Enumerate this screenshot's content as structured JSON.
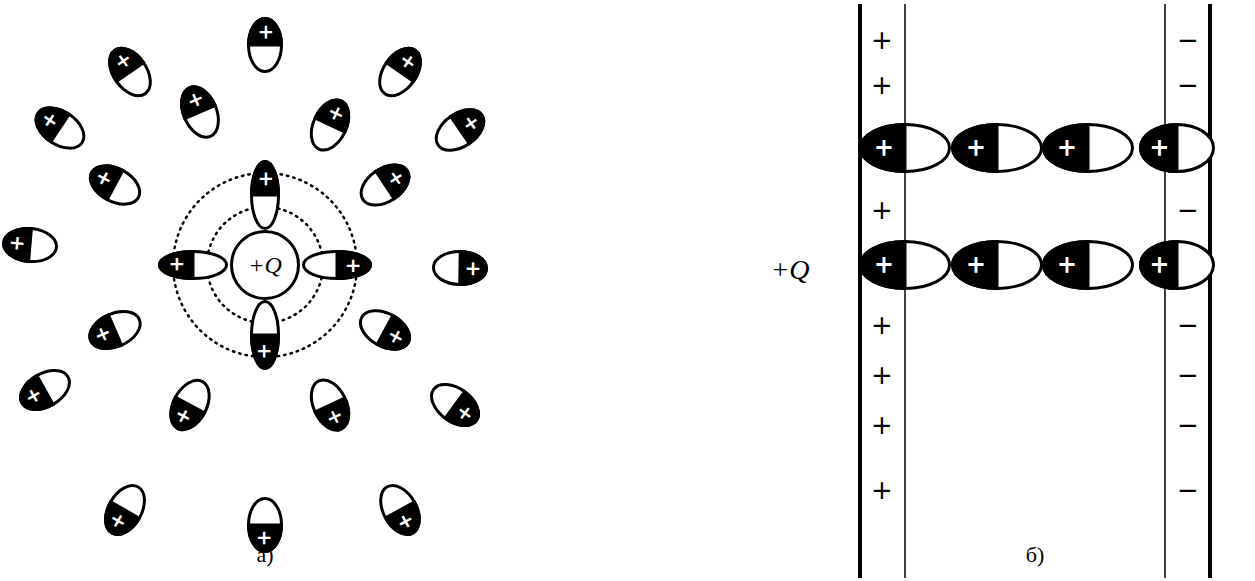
{
  "diagram": {
    "nodes": [
      {
        "text": [
          "+Q"
        ]
      },
      {
        "text": [
          "+"
        ]
      },
      {
        "text": [
          "+"
        ]
      },
      {
        "text": [
          "+"
        ]
      },
      {
        "text": [
          "+"
        ]
      },
      {
        "text": [
          "+"
        ]
      },
      {
        "text": [
          "+"
        ]
      },
      {
        "text": [
          "+"
        ]
      },
      {
        "text": [
          "+"
        ]
      },
      {
        "text": [
          "+"
        ]
      },
      {
        "text": [
          "+"
        ]
      },
      {
        "text": [
          "+"
        ]
      },
      {
        "text": [
          "+"
        ]
      },
      {
        "text": [
          "+"
        ]
      },
      {
        "text": [
          "+"
        ]
      },
      {
        "text": [
          "+"
        ]
      },
      {
        "text": [
          "+"
        ]
      },
      {
        "text": [
          "+"
        ]
      },
      {
        "text": [
          "+"
        ]
      },
      {
        "text": [
          "+"
        ]
      },
      {
        "text": [
          "+"
        ]
      },
      {
        "text": [
          "+"
        ]
      },
      {
        "text": [
          "+"
        ]
      },
      {
        "text": [
          "+"
        ]
      },
      {
        "text": [
          "+"
        ]
      },
      {
        "text": [
          "+"
        ]
      },
      {
        "text": [
          "+"
        ]
      },
      {
        "text": [
          "+"
        ]
      },
      {
        "text": [
          "+"
        ]
      },
      {
        "text": [
          "+"
        ]
      },
      {
        "text": [
          "+"
        ]
      },
      {
        "text": [
          "+"
        ]
      },
      {
        "text": [
          "+"
        ]
      }
    ],
    "labels": [
      "+",
      "+",
      "+",
      "+",
      "+",
      "+",
      "+",
      "−",
      "−",
      "−",
      "−",
      "−",
      "−",
      "−",
      "+Q",
      "а)",
      "б)"
    ]
  }
}
